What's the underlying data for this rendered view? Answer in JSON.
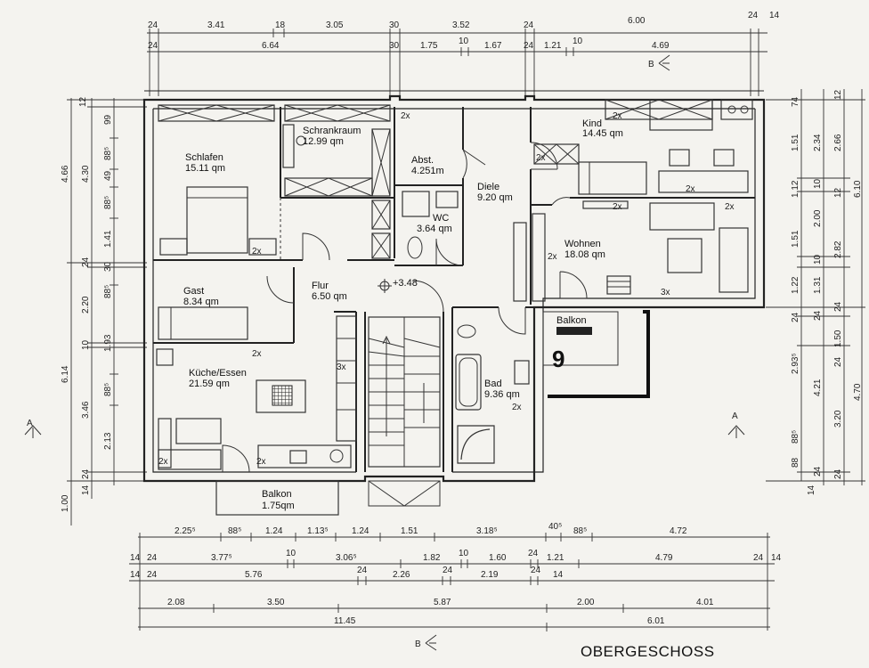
{
  "title": "OBERGESCHOSS",
  "section_marks": {
    "top": "B",
    "bottom": "B",
    "left": "A",
    "right": "A"
  },
  "rooms": [
    {
      "id": "schlafen",
      "name": "Schlafen",
      "area": "15.11 qm"
    },
    {
      "id": "schrankraum",
      "name": "Schrankraum",
      "area": "12.99 qm"
    },
    {
      "id": "abst",
      "name": "Abst.",
      "area": "4.251m"
    },
    {
      "id": "diele",
      "name": "Diele",
      "area": "9.20 qm"
    },
    {
      "id": "kind",
      "name": "Kind",
      "area": "14.45 qm"
    },
    {
      "id": "wc",
      "name": "WC",
      "area": "3.64 qm"
    },
    {
      "id": "wohnen",
      "name": "Wohnen",
      "area": "18.08 qm"
    },
    {
      "id": "flur",
      "name": "Flur",
      "area": "6.50 qm"
    },
    {
      "id": "gast",
      "name": "Gast",
      "area": "8.34 qm"
    },
    {
      "id": "kueche",
      "name": "Küche/Essen",
      "area": "21.59 qm"
    },
    {
      "id": "bad",
      "name": "Bad",
      "area": "9.36 qm"
    },
    {
      "id": "balkon-right",
      "name": "Balkon",
      "area": "",
      "handwritten": "9"
    },
    {
      "id": "balkon-bottom",
      "name": "Balkon",
      "area": "1.75qm"
    }
  ],
  "level_mark": "+3.48",
  "fixture_labels": [
    "2x",
    "3x"
  ],
  "dimensions": {
    "top_row1": [
      "24",
      "3.41",
      "18",
      "3.05",
      "30",
      "3.52",
      "24",
      "6.00",
      "24",
      "14"
    ],
    "top_row2": [
      "24",
      "6.64",
      "30",
      "1.75",
      "10",
      "1.67",
      "24",
      "1.21",
      "10",
      "4.69"
    ],
    "bottom_row1": [
      "2.25⁵",
      "88⁵",
      "1.24",
      "1.13⁵",
      "1.24",
      "1.51",
      "3.18⁵",
      "40⁵",
      "88⁵",
      "4.72"
    ],
    "bottom_row2": [
      "14",
      "24",
      "3.77⁵",
      "10",
      "3.06⁵",
      "1.82",
      "10",
      "1.60",
      "24",
      "1.21",
      "4.79",
      "24",
      "14"
    ],
    "bottom_row3": [
      "14",
      "24",
      "5.76",
      "24",
      "2.26",
      "24",
      "2.19",
      "24",
      "14"
    ],
    "bottom_row4": [
      "2.08",
      "3.50",
      "5.87",
      "2.00",
      "4.01"
    ],
    "bottom_row5": [
      "11.45",
      "6.01"
    ],
    "left_col1": [
      "12",
      "4.66",
      "6.14",
      "1.00"
    ],
    "left_col2": [
      "4.30",
      "24",
      "2.20",
      "10",
      "3.46",
      "24",
      "14"
    ],
    "left_col3": [
      "99",
      "88⁵",
      "49",
      "88⁵",
      "1.41",
      "30",
      "88⁵",
      "1.93",
      "88⁵",
      "2.13"
    ],
    "right_col1": [
      "74",
      "1.51",
      "1.12",
      "1.51",
      "1.22",
      "24",
      "2.93⁵",
      "88⁵",
      "88",
      "14"
    ],
    "right_col2": [
      "2.34",
      "10",
      "2.00",
      "10",
      "1.31",
      "24",
      "4.21",
      "24"
    ],
    "right_col3": [
      "12",
      "2.66",
      "12",
      "2.82",
      "24",
      "1.50",
      "24",
      "3.20",
      "24"
    ],
    "right_col4": [
      "6.10",
      "4.70"
    ]
  }
}
